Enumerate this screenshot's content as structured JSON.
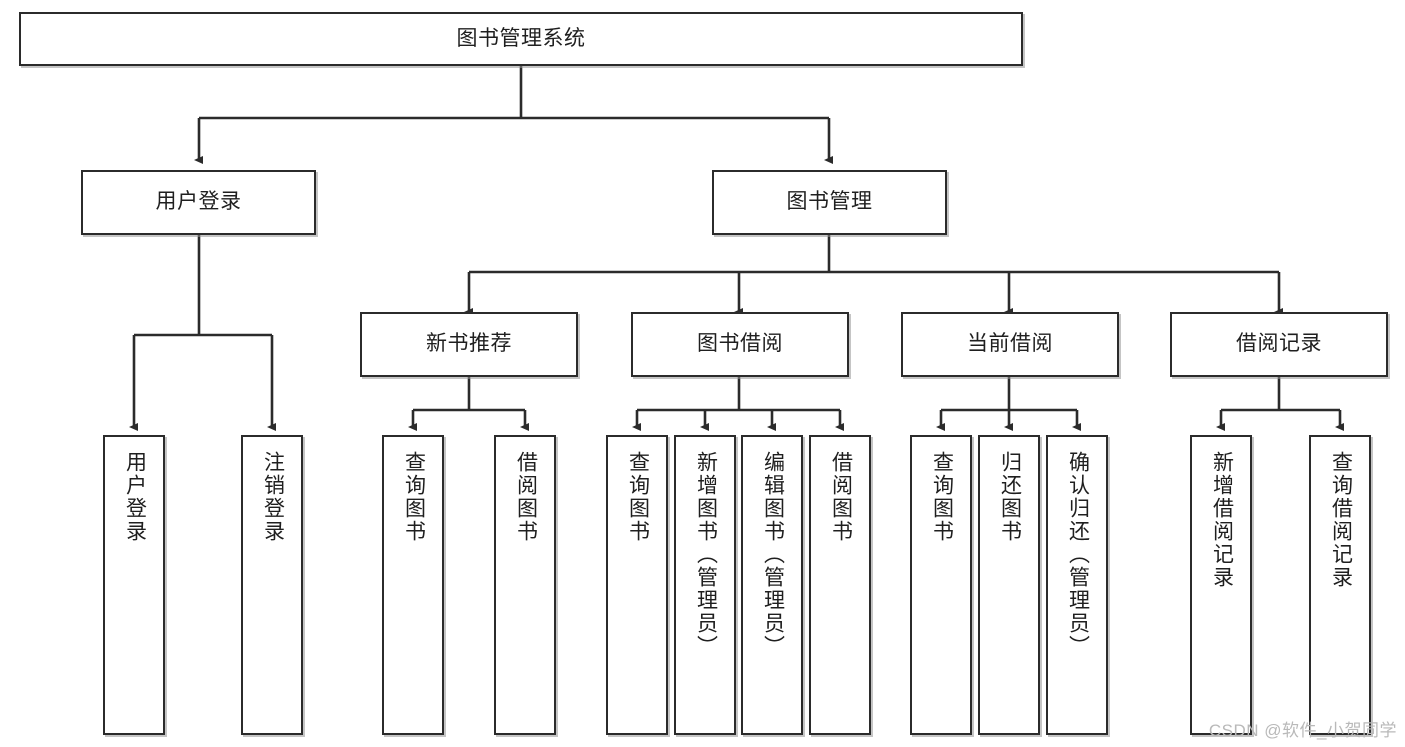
{
  "diagram": {
    "title": "图书管理系统",
    "watermark": "CSDN @软件_小贺同学",
    "edge_color": "#2b2b2b",
    "box_border_color": "#2b2b2b",
    "box_fill_color": "#ffffff",
    "text_color": "#1f1f1f",
    "root": {
      "label": "图书管理系统"
    },
    "level1": [
      {
        "label": "用户登录"
      },
      {
        "label": "图书管理"
      }
    ],
    "level2": [
      {
        "label": "新书推荐"
      },
      {
        "label": "图书借阅"
      },
      {
        "label": "当前借阅"
      },
      {
        "label": "借阅记录"
      }
    ],
    "leaves": {
      "user_login": [
        {
          "label": "用户登录"
        },
        {
          "label": "注销登录"
        }
      ],
      "new_book": [
        {
          "label": "查询图书"
        },
        {
          "label": "借阅图书"
        }
      ],
      "book_borrow": [
        {
          "label": "查询图书"
        },
        {
          "label": "新增图书（管理员）"
        },
        {
          "label": "编辑图书（管理员）"
        },
        {
          "label": "借阅图书"
        }
      ],
      "current_borrow": [
        {
          "label": "查询图书"
        },
        {
          "label": "归还图书"
        },
        {
          "label": "确认归还（管理员）"
        }
      ],
      "borrow_record": [
        {
          "label": "新增借阅记录"
        },
        {
          "label": "查询借阅记录"
        }
      ]
    }
  }
}
